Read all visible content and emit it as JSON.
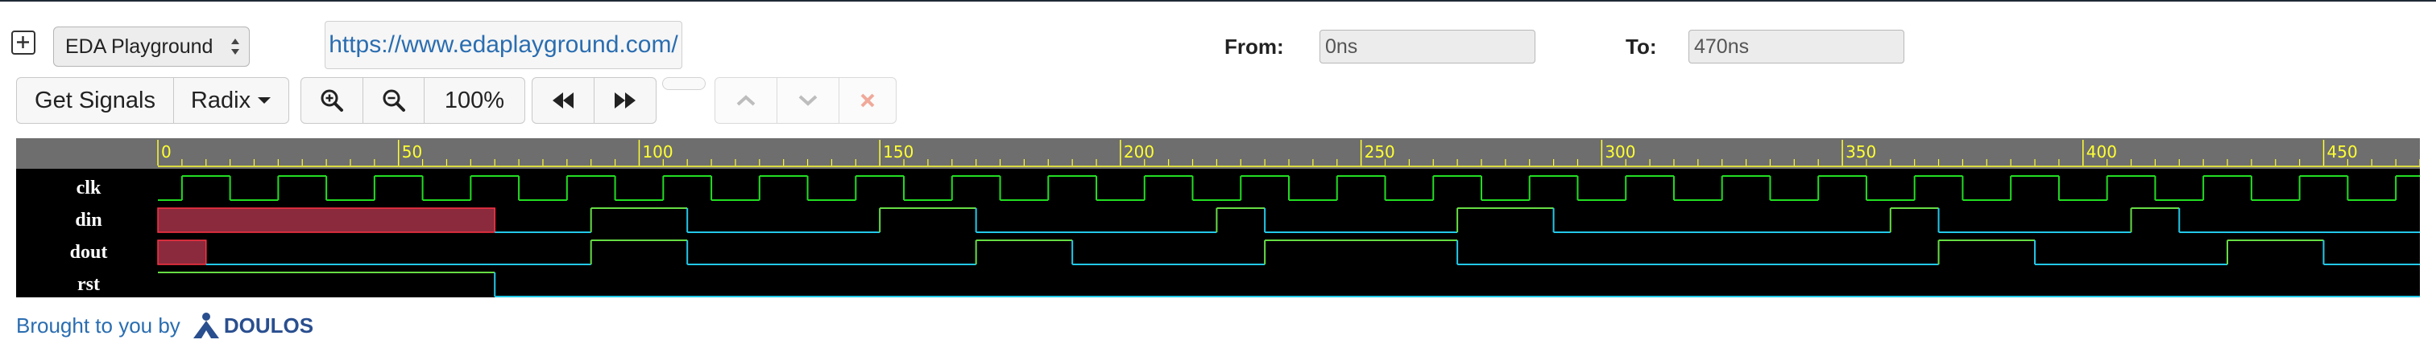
{
  "toolbar_top": {
    "add_icon": "plus-square-icon",
    "source_select": "EDA Playground",
    "url": "https://www.edaplayground.com/",
    "from_label": "From:",
    "from_value": "0ns",
    "to_label": "To:",
    "to_value": "470ns"
  },
  "toolbar_bottom": {
    "get_signals": "Get Signals",
    "radix": "Radix",
    "zoom_in_icon": "zoom-in-icon",
    "zoom_out_icon": "zoom-out-icon",
    "zoom_level": "100%",
    "prev_icon": "fast-backward-icon",
    "next_icon": "fast-forward-icon",
    "up_icon": "chevron-up-icon",
    "down_icon": "chevron-down-icon",
    "remove_icon": "close-icon"
  },
  "timeline": {
    "unit": "ns",
    "start": 0,
    "end": 470,
    "major_labels": [
      "0",
      "50",
      "100",
      "150",
      "200",
      "250",
      "300",
      "350",
      "400",
      "450"
    ]
  },
  "signals": [
    {
      "name": "clk",
      "type": "clock",
      "period": 20,
      "high_first_at": 5,
      "color": "#22dd22"
    },
    {
      "name": "din",
      "type": "bit",
      "unknown_until": 70,
      "high_intervals": [
        [
          90,
          110
        ],
        [
          150,
          170
        ],
        [
          220,
          230
        ],
        [
          270,
          290
        ],
        [
          360,
          370
        ],
        [
          410,
          420
        ]
      ]
    },
    {
      "name": "dout",
      "type": "bit",
      "unknown_until": 10,
      "high_intervals": [
        [
          90,
          110
        ],
        [
          170,
          190
        ],
        [
          230,
          250
        ],
        [
          250,
          270
        ],
        [
          370,
          390
        ],
        [
          430,
          450
        ]
      ]
    },
    {
      "name": "rst",
      "type": "bit",
      "high_intervals": [
        [
          0,
          70
        ]
      ]
    }
  ],
  "colors": {
    "wave_high": "#66dd44",
    "wave_low": "#22c8e8",
    "unknown_fill": "#8b2a3c",
    "unknown_border": "#ff3344",
    "ruler_bg": "#6e6e6e",
    "ruler_tick": "#ffff33",
    "wave_bg": "#000000"
  },
  "footer": {
    "text": "Brought to you by",
    "brand": "DOULOS",
    "logo_icon": "doulos-logo-icon"
  }
}
